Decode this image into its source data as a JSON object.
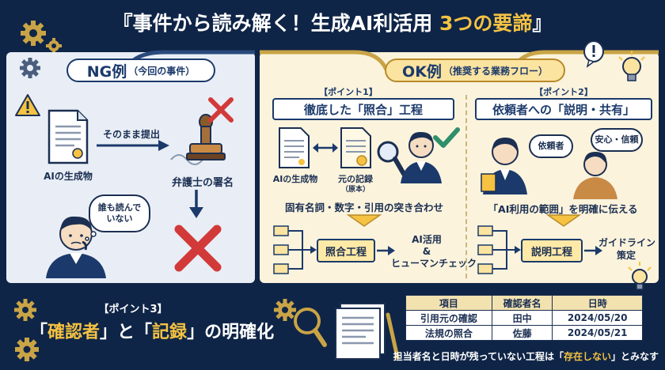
{
  "header": {
    "title_main": "『事件から読み解く！生成AI利活用 ",
    "title_highlight": "3つの要諦",
    "title_end": "』"
  },
  "ng": {
    "heading": "NG例",
    "heading_sub": "（今回の事件）",
    "ai_output_label": "AIの生成物",
    "arrow_label": "そのまま提出",
    "seal_label": "弁護士の署名",
    "bubble_text_1": "誰も読んで",
    "bubble_text_2": "いない"
  },
  "ok": {
    "heading": "OK例",
    "heading_sub": "（推奨する業務フロー）",
    "point1": {
      "tag": "【ポイント1】",
      "title": "徹底した「照合」工程",
      "ai_output_label": "AIの生成物",
      "original_label": "元の記録",
      "original_sub": "（原本）",
      "check_text": "固有名詞・数字・引用の突き合わせ",
      "process_box": "照合工程",
      "result_line1": "AI活用",
      "result_line2": "&",
      "result_line3": "ヒューマンチェック"
    },
    "point2": {
      "tag": "【ポイント2】",
      "title": "依頼者への「説明・共有」",
      "bubble_client": "依頼者",
      "bubble_trust": "安心・信頼",
      "explain_text": "「AI利用の範囲」を明確に伝える",
      "process_box": "説明工程",
      "result_line1": "ガイドライン",
      "result_line2": "策定"
    }
  },
  "point3": {
    "tag": "【ポイント3】",
    "title_q1": "「",
    "title_hl1": "確認者",
    "title_mid": "」と「",
    "title_hl2": "記録",
    "title_end": "」の明確化"
  },
  "record_table": {
    "headers": [
      "項目",
      "確認者名",
      "日時"
    ],
    "rows": [
      [
        "引用元の確認",
        "田中",
        "2024/05/20"
      ],
      [
        "法規の照合",
        "佐藤",
        "2024/05/21"
      ]
    ]
  },
  "footer": {
    "note_pre": "担当者名と日時が残っていない工程は「",
    "note_hl": "存在しない",
    "note_post": "」とみなす"
  },
  "colors": {
    "navy": "#0f2547",
    "gold": "#f5c242",
    "alert_red": "#d23a3a",
    "check_green": "#2f8f6a"
  }
}
